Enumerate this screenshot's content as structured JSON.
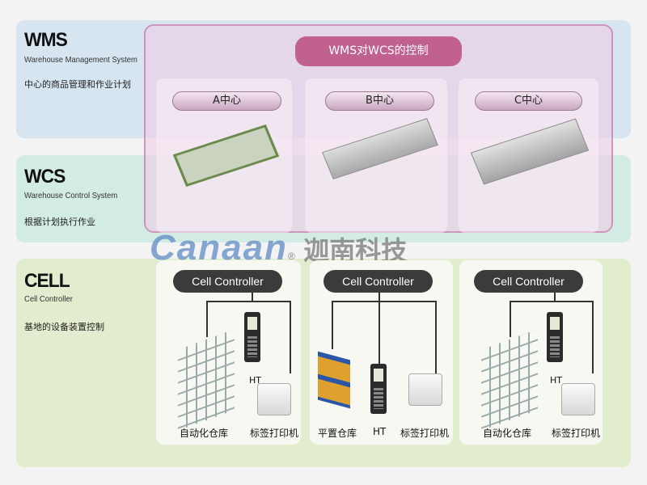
{
  "layers": [
    {
      "title": "WMS",
      "subtitle": "Warehouse Management System",
      "description": "中心的商品管理和作业计划"
    },
    {
      "title": "WCS",
      "subtitle": "Warehouse Control System",
      "description": "根据计划执行作业"
    },
    {
      "title": "CELL",
      "subtitle": "Cell Controller",
      "description": "基地的设备装置控制"
    }
  ],
  "control_title": "WMS对WCS的控制",
  "centers": [
    "A中心",
    "B中心",
    "C中心"
  ],
  "watermark": {
    "brand": "Canaan",
    "reg": "®",
    "cn": "迦南科技"
  },
  "cells": [
    {
      "controller": "Cell Controller",
      "ht": "HT",
      "left": "自动化仓库",
      "right": "标签打印机"
    },
    {
      "controller": "Cell Controller",
      "ht": "HT",
      "left": "平置仓库",
      "right": "标签打印机"
    },
    {
      "controller": "Cell Controller",
      "ht": "HT",
      "left": "自动化仓库",
      "right": "标签打印机"
    }
  ],
  "colors": {
    "wms": "#d7e5f1",
    "wcs": "#d2ebe4",
    "cell": "#e2edcf",
    "accent": "#c0618f"
  }
}
